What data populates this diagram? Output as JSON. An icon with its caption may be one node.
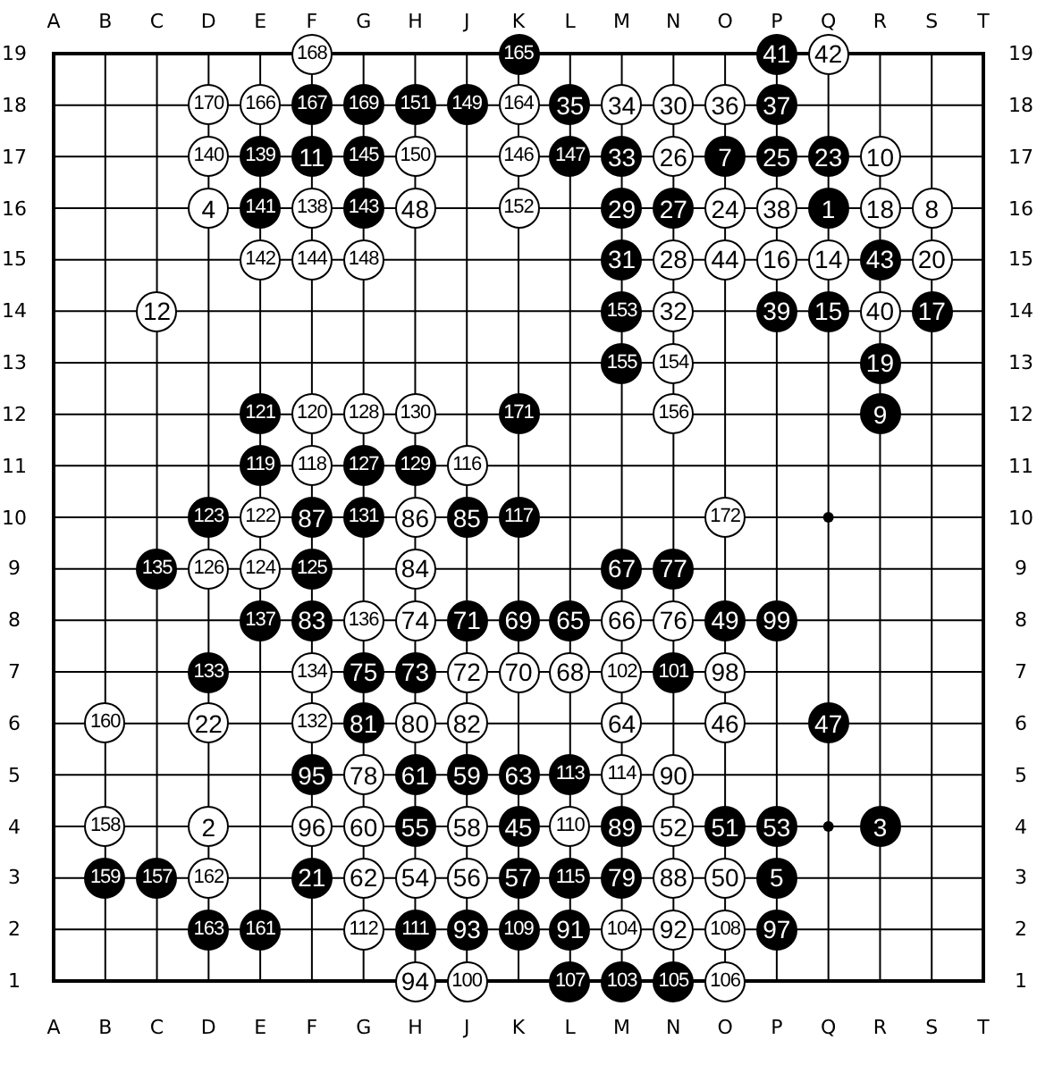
{
  "diagram": {
    "nodes": [
      {
        "text": [
          "168"
        ]
      },
      {
        "text": [
          "165"
        ]
      },
      {
        "text": [
          "41"
        ]
      },
      {
        "text": [
          "42"
        ]
      },
      {
        "text": [
          "170"
        ]
      },
      {
        "text": [
          "166"
        ]
      },
      {
        "text": [
          "167"
        ]
      },
      {
        "text": [
          "169"
        ]
      },
      {
        "text": [
          "151"
        ]
      },
      {
        "text": [
          "149"
        ]
      },
      {
        "text": [
          "164"
        ]
      },
      {
        "text": [
          "35"
        ]
      },
      {
        "text": [
          "34"
        ]
      },
      {
        "text": [
          "30"
        ]
      },
      {
        "text": [
          "36"
        ]
      },
      {
        "text": [
          "37"
        ]
      },
      {
        "text": [
          "140"
        ]
      },
      {
        "text": [
          "139"
        ]
      },
      {
        "text": [
          "11"
        ]
      },
      {
        "text": [
          "145"
        ]
      },
      {
        "text": [
          "150"
        ]
      },
      {
        "text": [
          "146"
        ]
      },
      {
        "text": [
          "147"
        ]
      },
      {
        "text": [
          "33"
        ]
      },
      {
        "text": [
          "26"
        ]
      },
      {
        "text": [
          "7"
        ]
      },
      {
        "text": [
          "25"
        ]
      },
      {
        "text": [
          "23"
        ]
      },
      {
        "text": [
          "10"
        ]
      },
      {
        "text": [
          "4"
        ]
      },
      {
        "text": [
          "141"
        ]
      },
      {
        "text": [
          "138"
        ]
      },
      {
        "text": [
          "143"
        ]
      },
      {
        "text": [
          "48"
        ]
      },
      {
        "text": [
          "152"
        ]
      },
      {
        "text": [
          "29"
        ]
      },
      {
        "text": [
          "27"
        ]
      },
      {
        "text": [
          "24"
        ]
      },
      {
        "text": [
          "38"
        ]
      },
      {
        "text": [
          "1"
        ]
      },
      {
        "text": [
          "18"
        ]
      },
      {
        "text": [
          "8"
        ]
      },
      {
        "text": [
          "142"
        ]
      },
      {
        "text": [
          "144"
        ]
      },
      {
        "text": [
          "148"
        ]
      },
      {
        "text": [
          "31"
        ]
      },
      {
        "text": [
          "28"
        ]
      },
      {
        "text": [
          "44"
        ]
      },
      {
        "text": [
          "16"
        ]
      },
      {
        "text": [
          "14"
        ]
      },
      {
        "text": [
          "43"
        ]
      },
      {
        "text": [
          "20"
        ]
      },
      {
        "text": [
          "12"
        ]
      },
      {
        "text": [
          "153"
        ]
      },
      {
        "text": [
          "32"
        ]
      },
      {
        "text": [
          "39"
        ]
      },
      {
        "text": [
          "15"
        ]
      },
      {
        "text": [
          "40"
        ]
      },
      {
        "text": [
          "17"
        ]
      },
      {
        "text": [
          "155"
        ]
      },
      {
        "text": [
          "154"
        ]
      },
      {
        "text": [
          "19"
        ]
      },
      {
        "text": [
          "121"
        ]
      },
      {
        "text": [
          "120"
        ]
      },
      {
        "text": [
          "128"
        ]
      },
      {
        "text": [
          "130"
        ]
      },
      {
        "text": [
          "171"
        ]
      },
      {
        "text": [
          "156"
        ]
      },
      {
        "text": [
          "9"
        ]
      },
      {
        "text": [
          "119"
        ]
      },
      {
        "text": [
          "118"
        ]
      },
      {
        "text": [
          "127"
        ]
      },
      {
        "text": [
          "129"
        ]
      },
      {
        "text": [
          "116"
        ]
      },
      {
        "text": [
          "123"
        ]
      },
      {
        "text": [
          "122"
        ]
      },
      {
        "text": [
          "87"
        ]
      },
      {
        "text": [
          "131"
        ]
      },
      {
        "text": [
          "86"
        ]
      },
      {
        "text": [
          "85"
        ]
      },
      {
        "text": [
          "117"
        ]
      },
      {
        "text": [
          "172"
        ]
      },
      {
        "text": [
          "135"
        ]
      },
      {
        "text": [
          "126"
        ]
      },
      {
        "text": [
          "124"
        ]
      },
      {
        "text": [
          "125"
        ]
      },
      {
        "text": [
          "84"
        ]
      },
      {
        "text": [
          "67"
        ]
      },
      {
        "text": [
          "77"
        ]
      },
      {
        "text": [
          "137"
        ]
      },
      {
        "text": [
          "83"
        ]
      },
      {
        "text": [
          "136"
        ]
      },
      {
        "text": [
          "74"
        ]
      },
      {
        "text": [
          "71"
        ]
      },
      {
        "text": [
          "69"
        ]
      },
      {
        "text": [
          "65"
        ]
      },
      {
        "text": [
          "66"
        ]
      },
      {
        "text": [
          "76"
        ]
      },
      {
        "text": [
          "49"
        ]
      },
      {
        "text": [
          "99"
        ]
      },
      {
        "text": [
          "133"
        ]
      },
      {
        "text": [
          "134"
        ]
      },
      {
        "text": [
          "75"
        ]
      },
      {
        "text": [
          "73"
        ]
      },
      {
        "text": [
          "72"
        ]
      },
      {
        "text": [
          "70"
        ]
      },
      {
        "text": [
          "68"
        ]
      },
      {
        "text": [
          "102"
        ]
      },
      {
        "text": [
          "101"
        ]
      },
      {
        "text": [
          "98"
        ]
      },
      {
        "text": [
          "160"
        ]
      },
      {
        "text": [
          "22"
        ]
      },
      {
        "text": [
          "132"
        ]
      },
      {
        "text": [
          "81"
        ]
      },
      {
        "text": [
          "80"
        ]
      },
      {
        "text": [
          "82"
        ]
      },
      {
        "text": [
          "64"
        ]
      },
      {
        "text": [
          "46"
        ]
      },
      {
        "text": [
          "47"
        ]
      },
      {
        "text": [
          "95"
        ]
      },
      {
        "text": [
          "78"
        ]
      },
      {
        "text": [
          "61"
        ]
      },
      {
        "text": [
          "59"
        ]
      },
      {
        "text": [
          "63"
        ]
      },
      {
        "text": [
          "113"
        ]
      },
      {
        "text": [
          "114"
        ]
      },
      {
        "text": [
          "90"
        ]
      },
      {
        "text": [
          "158"
        ]
      },
      {
        "text": [
          "2"
        ]
      },
      {
        "text": [
          "96"
        ]
      },
      {
        "text": [
          "60"
        ]
      },
      {
        "text": [
          "55"
        ]
      },
      {
        "text": [
          "58"
        ]
      },
      {
        "text": [
          "45"
        ]
      },
      {
        "text": [
          "110"
        ]
      },
      {
        "text": [
          "89"
        ]
      },
      {
        "text": [
          "52"
        ]
      },
      {
        "text": [
          "51"
        ]
      },
      {
        "text": [
          "53"
        ]
      },
      {
        "text": [
          "3"
        ]
      },
      {
        "text": [
          "159"
        ]
      },
      {
        "text": [
          "157"
        ]
      },
      {
        "text": [
          "162"
        ]
      },
      {
        "text": [
          "21"
        ]
      },
      {
        "text": [
          "62"
        ]
      },
      {
        "text": [
          "54"
        ]
      },
      {
        "text": [
          "56"
        ]
      },
      {
        "text": [
          "57"
        ]
      },
      {
        "text": [
          "115"
        ]
      },
      {
        "text": [
          "79"
        ]
      },
      {
        "text": [
          "88"
        ]
      },
      {
        "text": [
          "50"
        ]
      },
      {
        "text": [
          "5"
        ]
      },
      {
        "text": [
          "163"
        ]
      },
      {
        "text": [
          "161"
        ]
      },
      {
        "text": [
          "112"
        ]
      },
      {
        "text": [
          "111"
        ]
      },
      {
        "text": [
          "93"
        ]
      },
      {
        "text": [
          "109"
        ]
      },
      {
        "text": [
          "91"
        ]
      },
      {
        "text": [
          "104"
        ]
      },
      {
        "text": [
          "92"
        ]
      },
      {
        "text": [
          "108"
        ]
      },
      {
        "text": [
          "97"
        ]
      },
      {
        "text": [
          "94"
        ]
      },
      {
        "text": [
          "100"
        ]
      },
      {
        "text": [
          "107"
        ]
      },
      {
        "text": [
          "103"
        ]
      },
      {
        "text": [
          "105"
        ]
      },
      {
        "text": [
          "106"
        ]
      }
    ],
    "labels": [
      "A",
      "B",
      "C",
      "D",
      "E",
      "F",
      "G",
      "H",
      "J",
      "K",
      "L",
      "M",
      "N",
      "O",
      "P",
      "Q",
      "R",
      "S",
      "T",
      "19",
      "19",
      "18",
      "18",
      "17",
      "17",
      "16",
      "16",
      "15",
      "15",
      "14",
      "14",
      "13",
      "13",
      "12",
      "12",
      "11",
      "11",
      "10",
      "10",
      "9",
      "9",
      "8",
      "8",
      "7",
      "7",
      "6",
      "6",
      "5",
      "5",
      "4",
      "4",
      "3",
      "3",
      "2",
      "2",
      "1",
      "1",
      "A",
      "B",
      "C",
      "D",
      "E",
      "F",
      "G",
      "H",
      "J",
      "K",
      "L",
      "M",
      "N",
      "O",
      "P",
      "Q",
      "R",
      "S",
      "T"
    ]
  }
}
